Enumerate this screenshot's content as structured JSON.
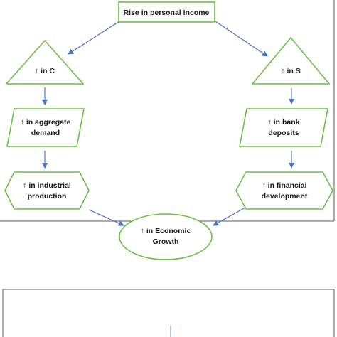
{
  "diagram": {
    "colors": {
      "shape_fill": "#ffffff",
      "shape_stroke": "#6cc04a",
      "arrow": "#4472c4",
      "frame": "#595959"
    },
    "nodes": {
      "income": {
        "text": "Rise in personal Income"
      },
      "consumption": {
        "line1": "↑ in C"
      },
      "saving": {
        "line1": "↑ in S"
      },
      "aggregate_demand": {
        "line1": "↑ in aggregate",
        "line2": "demand"
      },
      "bank_deposits": {
        "line1": "↑ in bank",
        "line2": "deposits"
      },
      "industrial_production": {
        "line1": "↑ in industrial",
        "line2": "production"
      },
      "financial_development": {
        "line1": "↑ in financial",
        "line2": "development"
      },
      "economic_growth": {
        "line1": "↑ in Economic",
        "line2": "Growth"
      }
    }
  }
}
